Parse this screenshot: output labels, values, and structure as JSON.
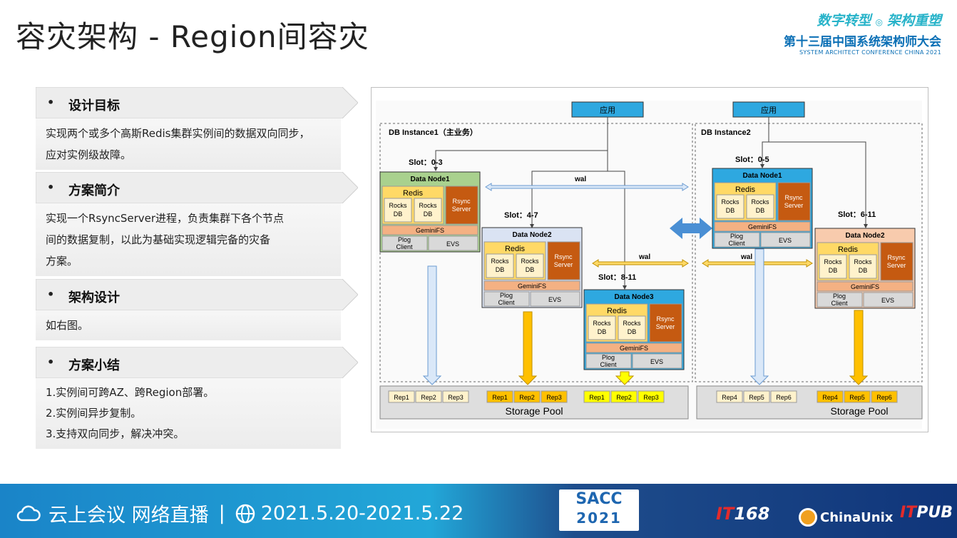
{
  "title": "容灾架构 - Region间容灾",
  "brand": {
    "slogan_left": "数字转型",
    "slogan_sep": "◎",
    "slogan_right": "架构重塑",
    "conference": "第十三届中国系统架构师大会",
    "conference_en": "SYSTEM ARCHITECT CONFERENCE CHINA 2021"
  },
  "sections": [
    {
      "bullet": "•",
      "heading": "设计目标",
      "lines": [
        "实现两个或多个高斯Redis集群实例间的数据双向同步，",
        "应对实例级故障。"
      ]
    },
    {
      "bullet": "•",
      "heading": "方案简介",
      "lines": [
        "实现一个RsyncServer进程，负责集群下各个节点",
        "间的数据复制，以此为基础实现逻辑完备的灾备",
        "方案。"
      ]
    },
    {
      "bullet": "•",
      "heading": "架构设计",
      "lines": [
        "如右图。"
      ]
    },
    {
      "bullet": "•",
      "heading": "方案小结",
      "lines": [
        "1.实例间可跨AZ、跨Region部署。",
        "2.实例间异步复制。",
        "3.支持双向同步，解决冲突。"
      ]
    }
  ],
  "diagram": {
    "app_label": "应用",
    "instance1": "DB Instance1（主业务）",
    "instance2": "DB Instance2",
    "wal": "wal",
    "slots": {
      "n1": "Slot：0-3",
      "n2": "Slot：4-7",
      "n3": "Slot：8-11",
      "m1": "Slot：0-5",
      "m2": "Slot：6-11"
    },
    "node_titles": {
      "n1": "Data Node1",
      "n2": "Data Node2",
      "n3": "Data Node3",
      "m1": "Data Node1",
      "m2": "Data Node2"
    },
    "redis": "Redis",
    "rocks_line1": "Rocks",
    "rocks_line2": "DB",
    "rsync_line1": "Rsync",
    "rsync_line2": "Server",
    "geminifs": "GeminiFS",
    "plog_line1": "Plog",
    "plog_line2": "Client",
    "evs": "EVS",
    "storage_pool": "Storage Pool",
    "reps_pool1": [
      [
        "Rep1",
        "Rep2",
        "Rep3"
      ],
      [
        "Rep1",
        "Rep2",
        "Rep3"
      ],
      [
        "Rep1",
        "Rep2",
        "Rep3"
      ]
    ],
    "reps_pool2": [
      [
        "Rep4",
        "Rep5",
        "Rep6"
      ],
      [
        "Rep4",
        "Rep5",
        "Rep6"
      ]
    ],
    "colors": {
      "node1_header": "#a9d18e",
      "node2_header": "#dae3f3",
      "node3_header": "#2ea8e0",
      "m1_header": "#2ea8e0",
      "m2_header": "#f8cbad",
      "redis": "#ffd966",
      "rsync": "#c55a11",
      "gemini": "#f4b183",
      "app": "#2ea8e0"
    }
  },
  "footer": {
    "live": "云上会议 网络直播",
    "sep": "|",
    "dates": "2021.5.20-2021.5.22",
    "sacc_top": "SACC",
    "sacc_year": "2021",
    "logo_it168_a": "IT",
    "logo_it168_b": "168",
    "logo_chinaunix": "ChinaUnix",
    "logo_itpub_a": "IT",
    "logo_itpub_b": "PUB"
  }
}
